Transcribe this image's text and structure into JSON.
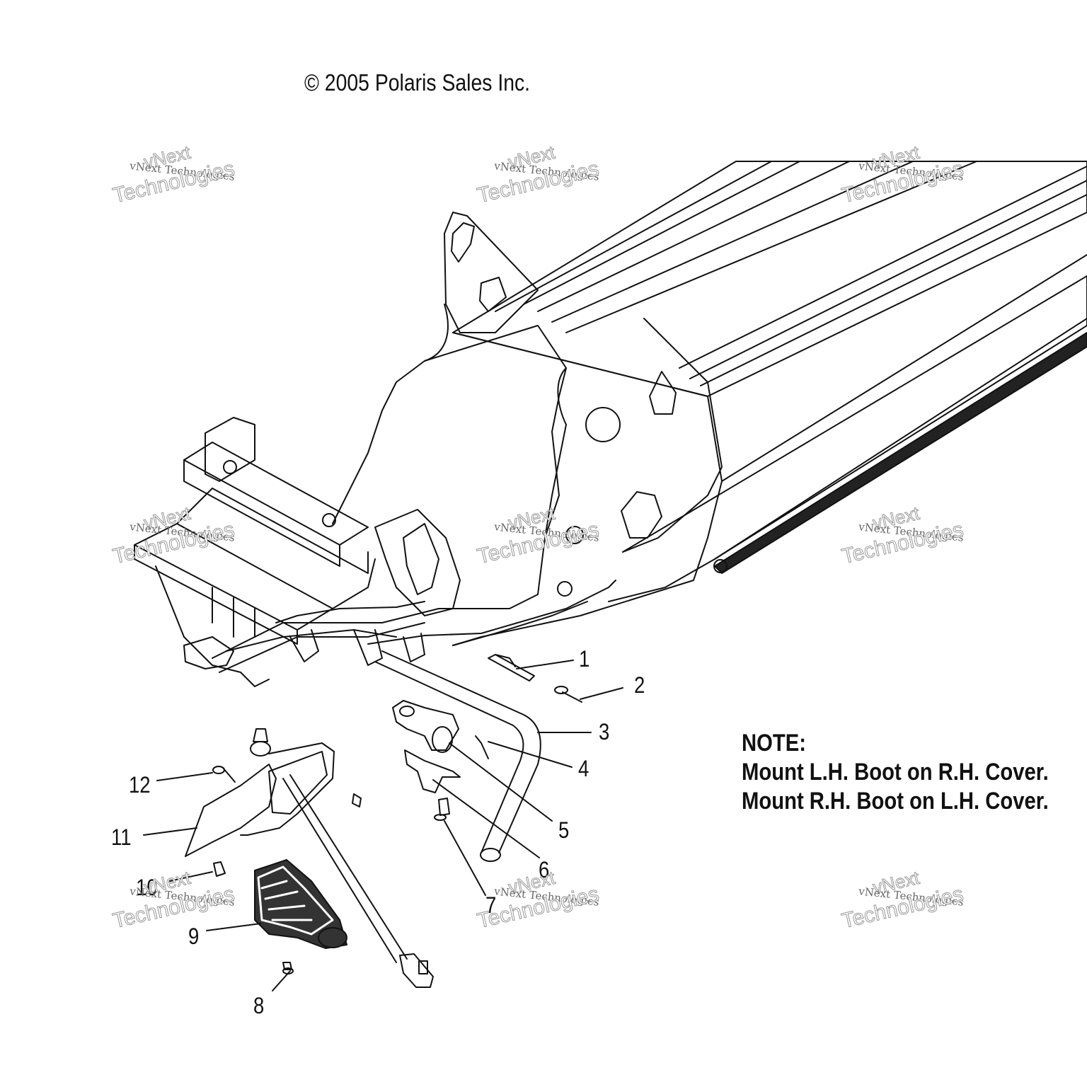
{
  "copyright": "© 2005 Polaris Sales Inc.",
  "note": {
    "title": "NOTE:",
    "lines": [
      "Mount L.H. Boot on R.H. Cover.",
      "Mount R.H. Boot on L.H. Cover."
    ]
  },
  "callouts": [
    "1",
    "2",
    "3",
    "4",
    "5",
    "6",
    "7",
    "8",
    "9",
    "10",
    "11",
    "12"
  ],
  "watermark": {
    "line1": "vNext",
    "line2": "vNext Technologies",
    "line3": "Technologies"
  },
  "colors": {
    "ink": "#111111",
    "watermark": "#9a9a9a"
  }
}
